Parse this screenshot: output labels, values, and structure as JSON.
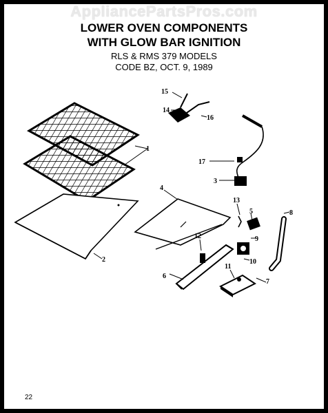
{
  "watermark": "AppliancePartsPros.com",
  "title": {
    "line1": "LOWER OVEN COMPONENTS",
    "line2": "WITH GLOW BAR IGNITION",
    "line3": "RLS & RMS 379 MODELS",
    "line4": "CODE BZ, OCT. 9, 1989"
  },
  "callouts": {
    "n1": "1",
    "n2": "2",
    "n3": "3",
    "n4": "4",
    "n5": "5",
    "n6": "6",
    "n7": "7",
    "n8": "8",
    "n9": "9",
    "n10": "10",
    "n11": "11",
    "n12": "12",
    "n13": "13",
    "n14": "14",
    "n15": "15",
    "n16": "16",
    "n17": "17"
  },
  "page_number": "22"
}
